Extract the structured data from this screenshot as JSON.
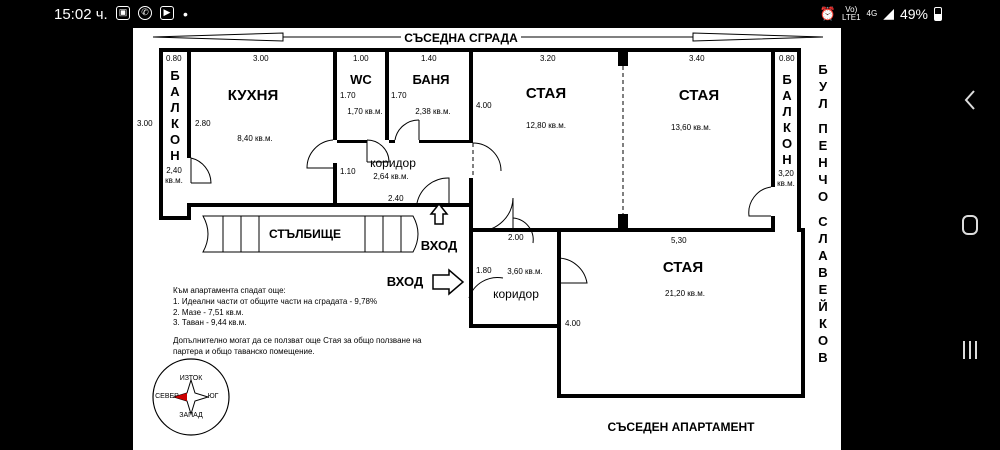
{
  "statusbar": {
    "time": "15:02 ч.",
    "battery": "49%",
    "network_top": "Vo)",
    "network_bottom": "LTE1",
    "signal_label": "4G"
  },
  "plan": {
    "neighbor_building": "СЪСЕДНА СГРАДА",
    "neighbor_apartment": "СЪСЕДЕН АПАРТАМЕНТ",
    "street": [
      "Б",
      "У",
      "Л",
      "",
      "П",
      "Е",
      "Н",
      "Ч",
      "О",
      "",
      "С",
      "Л",
      "А",
      "В",
      "Е",
      "Й",
      "К",
      "О",
      "В"
    ],
    "balcony_vertical": [
      "Б",
      "А",
      "Л",
      "К",
      "О",
      "Н"
    ],
    "rooms": {
      "kitchen": "КУХНЯ",
      "kitchen_area": "8,40 кв.м.",
      "wc": "WC",
      "wc_area": "1,70 кв.м.",
      "bath": "БАНЯ",
      "bath_area": "2,38 кв.м.",
      "room1": "СТАЯ",
      "room1_area": "12,80 кв.м.",
      "room2": "СТАЯ",
      "room2_area": "13,60 кв.м.",
      "room3": "СТАЯ",
      "room3_area": "21,20 кв.м.",
      "corridor1": "коридор",
      "corridor1_area": "2,64 кв.м.",
      "corridor2": "коридор",
      "corridor2_area": "3,60 кв.м.",
      "stairs": "СТЪЛБИЩЕ",
      "entrance1": "ВХОД",
      "entrance2": "ВХОД",
      "balcony_left_area_1": "2,40",
      "balcony_left_area_2": "кв.м.",
      "balcony_right_area_1": "3,20",
      "balcony_right_area_2": "кв.м."
    },
    "dims": {
      "top_080_left": "0.80",
      "top_300": "3.00",
      "top_100": "1.00",
      "top_140": "1.40",
      "top_320": "3.20",
      "top_340": "3.40",
      "top_080_right": "0.80",
      "left_300": "3.00",
      "kitchen_280": "2.80",
      "wc_170": "1.70",
      "bath_170": "1.70",
      "room_400": "4.00",
      "corr_110": "1.10",
      "corr_240": "2.40",
      "corr2_200": "2.00",
      "room3_530": "5,30",
      "corr2_180": "1.80",
      "room3_400": "4.00"
    },
    "notes": {
      "heading": "Към апартамента спадат още:",
      "line1": "1. Идеални части от общите части на сградата - 9,78%",
      "line2": "2. Мазе - 7,51 кв.м.",
      "line3": "3. Таван - 9,44 кв.м.",
      "extra1": "Допълнително могат да се ползват още Стая за общо ползване на",
      "extra2": "партера и общо таванско помещение."
    },
    "compass": {
      "east": "ИЗТОК",
      "west": "ЗАПАД",
      "north": "СЕВЕР",
      "south": "ЮГ"
    }
  }
}
